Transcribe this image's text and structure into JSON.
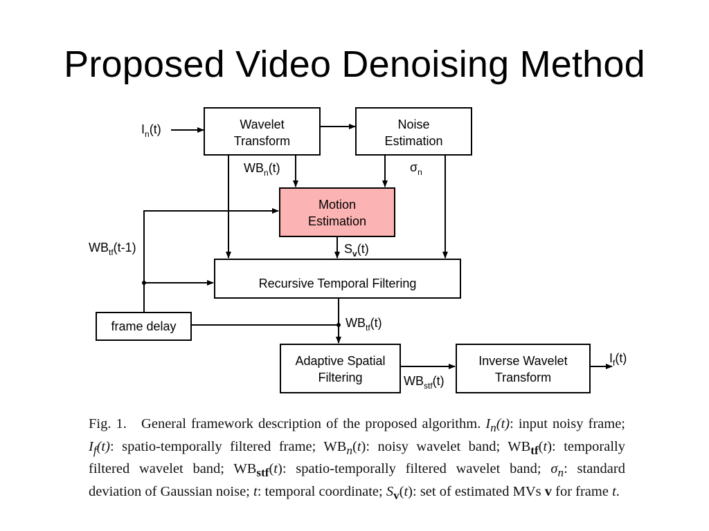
{
  "slide": {
    "title": "Proposed Video Denoising Method"
  },
  "diagram": {
    "blocks": {
      "wavelet_transform": [
        "Wavelet",
        "Transform"
      ],
      "noise_estimation": [
        "Noise",
        "Estimation"
      ],
      "motion_estimation": [
        "Motion",
        "Estimation"
      ],
      "recursive_temporal_filtering": "Recursive Temporal Filtering",
      "frame_delay": "frame delay",
      "adaptive_spatial_filtering": [
        "Adaptive Spatial",
        "Filtering"
      ],
      "inverse_wavelet_transform": [
        "Inverse Wavelet",
        "Transform"
      ]
    },
    "signals": {
      "input": {
        "base": "I",
        "sub": "n",
        "arg": "(t)"
      },
      "wb_n": {
        "base": "WB",
        "sub": "n",
        "arg": "(t)"
      },
      "sigma_n": {
        "base": "σ",
        "sub": "n",
        "arg": ""
      },
      "wb_tf_prev": {
        "base": "WB",
        "sub": "tf",
        "arg": "(t-1)"
      },
      "s_v": {
        "base": "S",
        "sub": "v",
        "arg": "(t)"
      },
      "wb_tf": {
        "base": "WB",
        "sub": "tf",
        "arg": "(t)"
      },
      "wb_stf": {
        "base": "WB",
        "sub": "stf",
        "arg": "(t)"
      },
      "output": {
        "base": "I",
        "sub": "f",
        "arg": "(t)"
      }
    },
    "highlight_color": "#fcb3b3"
  },
  "caption": {
    "label": "Fig. 1.",
    "text": "General framework description of the proposed algorithm. I_n(t): input noisy frame; I_f(t): spatio-temporally filtered frame; WB_n(t): noisy wavelet band; WB_tf(t): temporally filtered wavelet band; WB_stf(t): spatio-temporally filtered wavelet band; σ_n: standard deviation of Gaussian noise; t: temporal coordinate; S_v(t): set of estimated MVs v for frame t.",
    "parts": {
      "lead": "General framework description of the proposed algorithm.",
      "p1": ": input noisy frame;",
      "p2": ": spatio-temporally filtered frame;",
      "p3": ": noisy wavelet band;",
      "p4": ": temporally filtered wavelet band;",
      "p5": ": spatio-temporally filtered wavelet band;",
      "p6": ": standard deviation of Gaussian noise;",
      "p7": ": temporal coordinate;",
      "p8": ": set of estimated MVs",
      "p9": "for frame"
    }
  }
}
